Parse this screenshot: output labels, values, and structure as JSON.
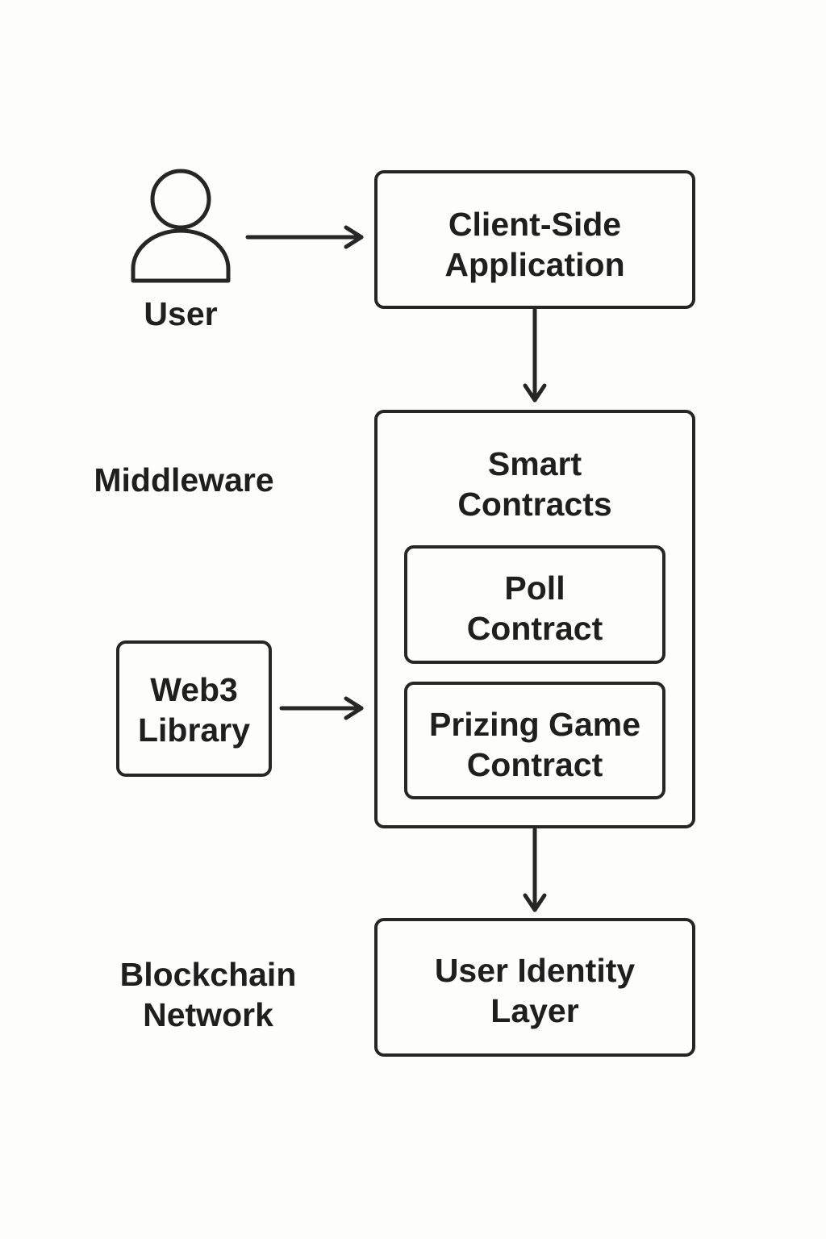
{
  "diagram": {
    "user": {
      "label": "User"
    },
    "client_app": {
      "line1": "Client-Side",
      "line2": "Application"
    },
    "middleware_label": "Middleware",
    "smart_contracts": {
      "line1": "Smart",
      "line2": "Contracts",
      "poll_contract": {
        "line1": "Poll",
        "line2": "Contract"
      },
      "prizing_game_contract": {
        "line1": "Prizing Game",
        "line2": "Contract"
      }
    },
    "web3_library": {
      "line1": "Web3",
      "line2": "Library"
    },
    "blockchain_network_label": {
      "line1": "Blockchain",
      "line2": "Network"
    },
    "user_identity_layer": {
      "line1": "User Identity",
      "line2": "Layer"
    }
  }
}
